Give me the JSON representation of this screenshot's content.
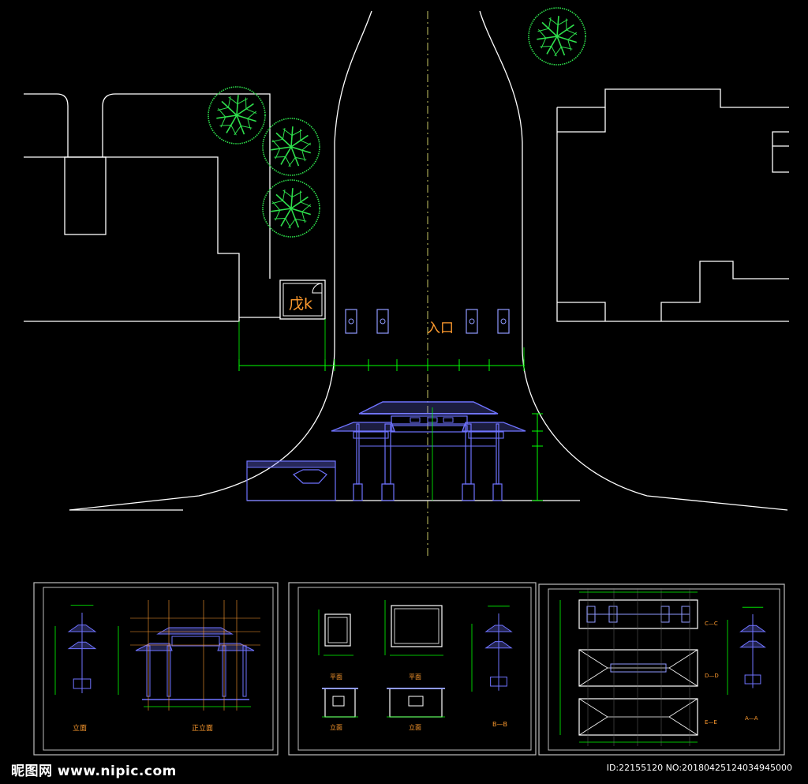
{
  "colors": {
    "background": "#000000",
    "line": "#ffffff",
    "dimension": "#00ff00",
    "tree": "#2ee04c",
    "structure": "#6f73ff",
    "label": "#ff9b2e",
    "axis": "#c8c866",
    "sheet_frame": "#bdbdbd"
  },
  "site_plan": {
    "guard_house_label": "戊k",
    "entrance_label": "入口"
  },
  "sheets": [
    {
      "labels": [
        "立面",
        "正立面"
      ]
    },
    {
      "labels": [
        "平面",
        "平面",
        "立面",
        "立面",
        "B—B"
      ]
    },
    {
      "labels": [
        "C—C",
        "D—D",
        "E—E",
        "A—A"
      ]
    }
  ],
  "watermark": {
    "site": "昵图网 www.nipic.com",
    "id_text": "ID:22155120 NO:20180425124034945000"
  }
}
